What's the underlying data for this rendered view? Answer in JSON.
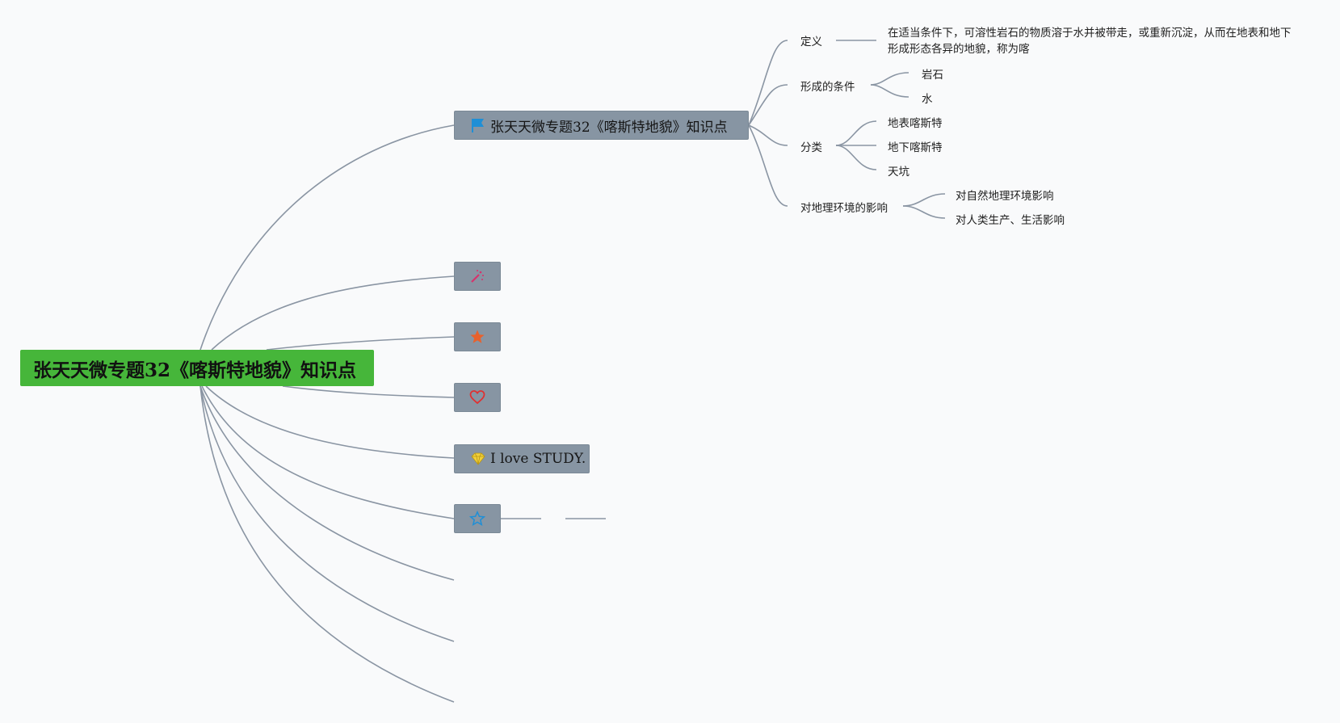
{
  "root": {
    "label": "张天天微专题32《喀斯特地貌》知识点"
  },
  "branch_main": {
    "label": "张天天微专题32《喀斯特地貌》知识点",
    "icon": "flag-icon",
    "children": [
      {
        "label": "定义",
        "detail": "在适当条件下，可溶性岩石的物质溶于水并被带走，或重新沉淀，从而在地表和地下形成形态各异的地貌，称为喀"
      },
      {
        "label": "形成的条件",
        "children": [
          "岩石",
          "水"
        ]
      },
      {
        "label": "分类",
        "children": [
          "地表喀斯特",
          "地下喀斯特",
          "天坑"
        ]
      },
      {
        "label": "对地理环境的影响",
        "children": [
          "对自然地理环境影响",
          "对人类生产、生活影响"
        ]
      }
    ]
  },
  "icon_branches": [
    {
      "icon": "magic-wand-icon",
      "color": "#d6336c"
    },
    {
      "icon": "star-filled-icon",
      "color": "#e8612c"
    },
    {
      "icon": "heart-icon",
      "color": "#e03131"
    },
    {
      "icon": "diamond-icon",
      "color": "#f2d13a",
      "label": "I love STUDY."
    },
    {
      "icon": "star-outline-icon",
      "color": "#1f8fd6"
    }
  ],
  "colors": {
    "root_bg": "#46b63a",
    "branch_bg": "#8795a3",
    "line": "#8a95a3",
    "background": "#f9fafb"
  }
}
